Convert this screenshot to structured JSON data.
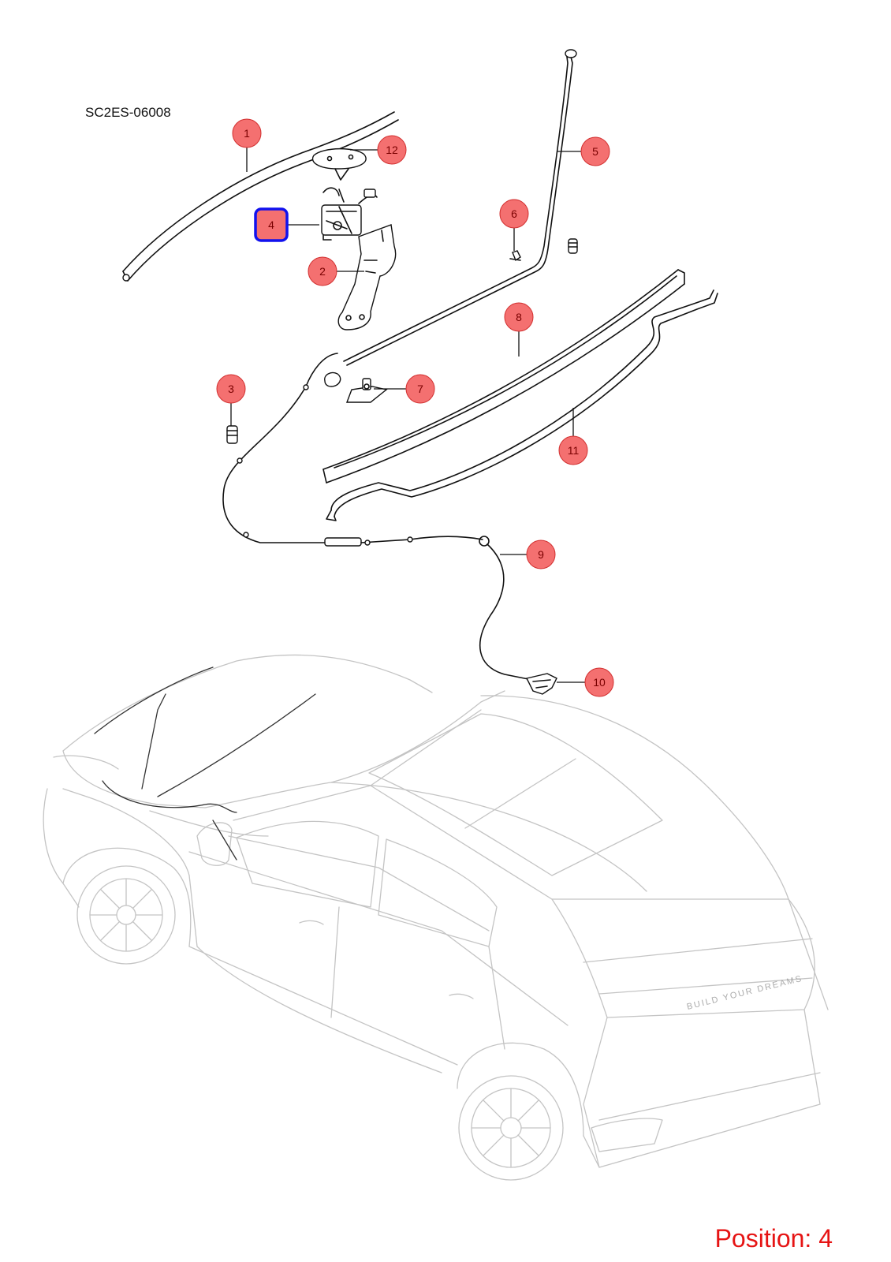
{
  "diagram_code": "SC2ES-06008",
  "position_label": "Position: 4",
  "brand_text": "BUILD YOUR DREAMS",
  "selected_callout": "4",
  "colors": {
    "callout_fill": "#f47070",
    "callout_stroke": "#d23030",
    "selected_stroke": "#1111ee",
    "position_text": "#e61414",
    "car_outline": "#c4c4c4"
  },
  "callouts": [
    {
      "id": "1",
      "label": "1"
    },
    {
      "id": "2",
      "label": "2"
    },
    {
      "id": "3",
      "label": "3"
    },
    {
      "id": "4",
      "label": "4"
    },
    {
      "id": "5",
      "label": "5"
    },
    {
      "id": "6",
      "label": "6"
    },
    {
      "id": "7",
      "label": "7"
    },
    {
      "id": "8",
      "label": "8"
    },
    {
      "id": "9",
      "label": "9"
    },
    {
      "id": "10",
      "label": "10"
    },
    {
      "id": "11",
      "label": "11"
    },
    {
      "id": "12",
      "label": "12"
    }
  ]
}
